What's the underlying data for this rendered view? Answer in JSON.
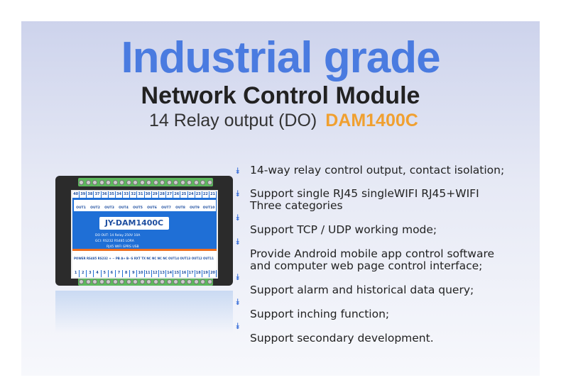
{
  "title": "Industrial grade",
  "subtitle": "Network Control Module",
  "tagline": {
    "text": "14 Relay output (DO)",
    "model": "DAM1400C"
  },
  "colors": {
    "accent": "#4a7be0",
    "model": "#f0a030",
    "device": "#1f6fd6"
  },
  "features": [
    "14-way relay control output, contact isolation;",
    "Support single RJ45 singleWIFI  RJ45+WIFI",
    "Three categories",
    "Support TCP / UDP working mode;",
    "Provide Android mobile app control software",
    "and computer web page control interface;",
    "Support alarm and historical data query;",
    "Support inching function;",
    "Support secondary development."
  ],
  "bullet_icon": "double-chevron-down-icon",
  "device": {
    "model": "JY-DAM1400C",
    "top_terminals": [
      "40",
      "39",
      "38",
      "37",
      "36",
      "35",
      "34",
      "33",
      "32",
      "31",
      "30",
      "29",
      "28",
      "27",
      "26",
      "25",
      "24",
      "23",
      "22",
      "21"
    ],
    "outputs": [
      "OUT1",
      "OUT2",
      "OUT3",
      "OUT4",
      "OUT5",
      "OUT6",
      "OUT7",
      "OUT8",
      "OUT9",
      "OUT10"
    ],
    "spec_do": "DO OUT:  14 Relay 250V 10A",
    "spec_gci": "GCI:  RS232  RS485  LORA",
    "spec_gci2": "RJ45  WIFI  GPRS  USB",
    "bottom_labels": "POWER  RS485  RS232   + −  PB A+ B- G RXT TX NC NC NC NC   OUT14 OUT13 OUT12 OUT11",
    "bottom_terminals": [
      "1",
      "2",
      "3",
      "4",
      "5",
      "6",
      "7",
      "8",
      "9",
      "10",
      "11",
      "12",
      "13",
      "14",
      "15",
      "16",
      "17",
      "18",
      "19",
      "20"
    ]
  }
}
